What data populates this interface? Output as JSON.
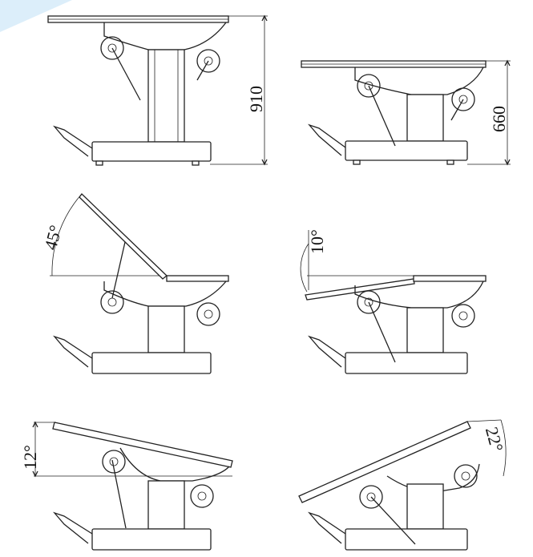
{
  "accent_color": "#dceefa",
  "line_color": "#222222",
  "figures": [
    {
      "id": "height-max",
      "label": "910",
      "value": 910,
      "unit": "mm"
    },
    {
      "id": "height-min",
      "label": "660",
      "value": 660,
      "unit": "mm"
    },
    {
      "id": "back-raise",
      "label": "45°",
      "value": 45,
      "unit": "deg"
    },
    {
      "id": "leg-drop",
      "label": "10°",
      "value": 10,
      "unit": "deg"
    },
    {
      "id": "trendelenburg",
      "label": "12°",
      "value": 12,
      "unit": "deg"
    },
    {
      "id": "reverse-trendelenburg",
      "label": "22°",
      "value": 22,
      "unit": "deg"
    }
  ]
}
